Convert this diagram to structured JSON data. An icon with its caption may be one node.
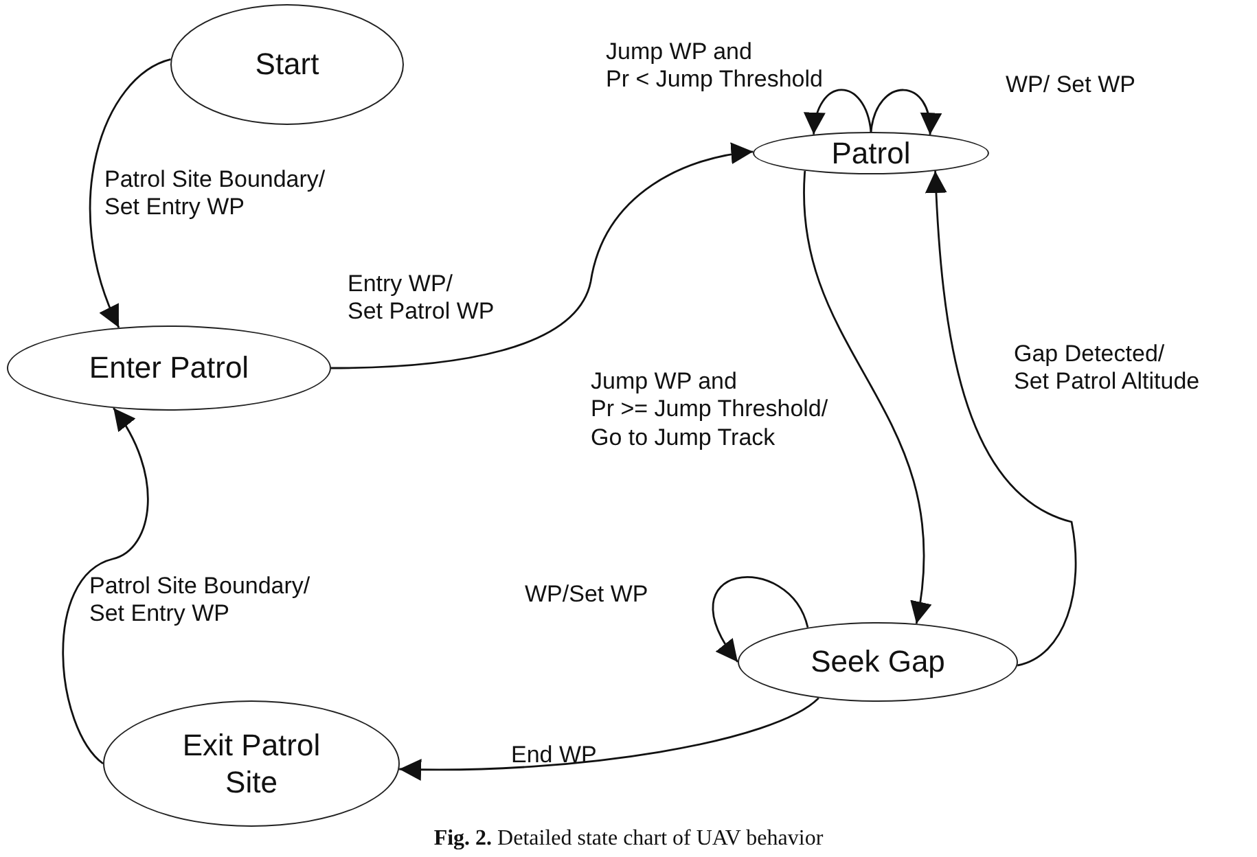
{
  "diagram": {
    "caption": "**Fig. 2.** Detailed state chart of UAV behavior",
    "nodes": [
      {
        "text": [
          "Start"
        ]
      },
      {
        "text": [
          "Enter Patrol"
        ]
      },
      {
        "text": [
          "Patrol"
        ]
      },
      {
        "text": [
          "Seek Gap"
        ]
      },
      {
        "text": [
          "Exit Patrol Site"
        ]
      }
    ],
    "edges": [
      {
        "from": 0,
        "to": 1,
        "arrow": "to",
        "label": "Patrol Site Boundary/ Set Entry WP"
      },
      {
        "from": 1,
        "to": 2,
        "arrow": "to",
        "label": "Entry WP/ Set Patrol WP"
      },
      {
        "from": 2,
        "to": 2,
        "arrow": "to",
        "label": "Jump WP and Pr < Jump Threshold"
      },
      {
        "from": 2,
        "to": 2,
        "arrow": "to",
        "label": "WP/ Set WP"
      },
      {
        "from": 2,
        "to": 3,
        "arrow": "to",
        "label": "Jump WP and Pr >= Jump Threshold/ Go to Jump Track"
      },
      {
        "from": 3,
        "to": 2,
        "arrow": "to",
        "label": "Gap Detected/ Set Patrol Altitude"
      },
      {
        "from": 3,
        "to": 3,
        "arrow": "to",
        "label": "WP/Set WP"
      },
      {
        "from": 3,
        "to": 4,
        "arrow": "to",
        "label": "End WP"
      },
      {
        "from": 4,
        "to": 1,
        "arrow": "to",
        "label": "Patrol Site Boundary/ Set Entry WP"
      }
    ]
  }
}
